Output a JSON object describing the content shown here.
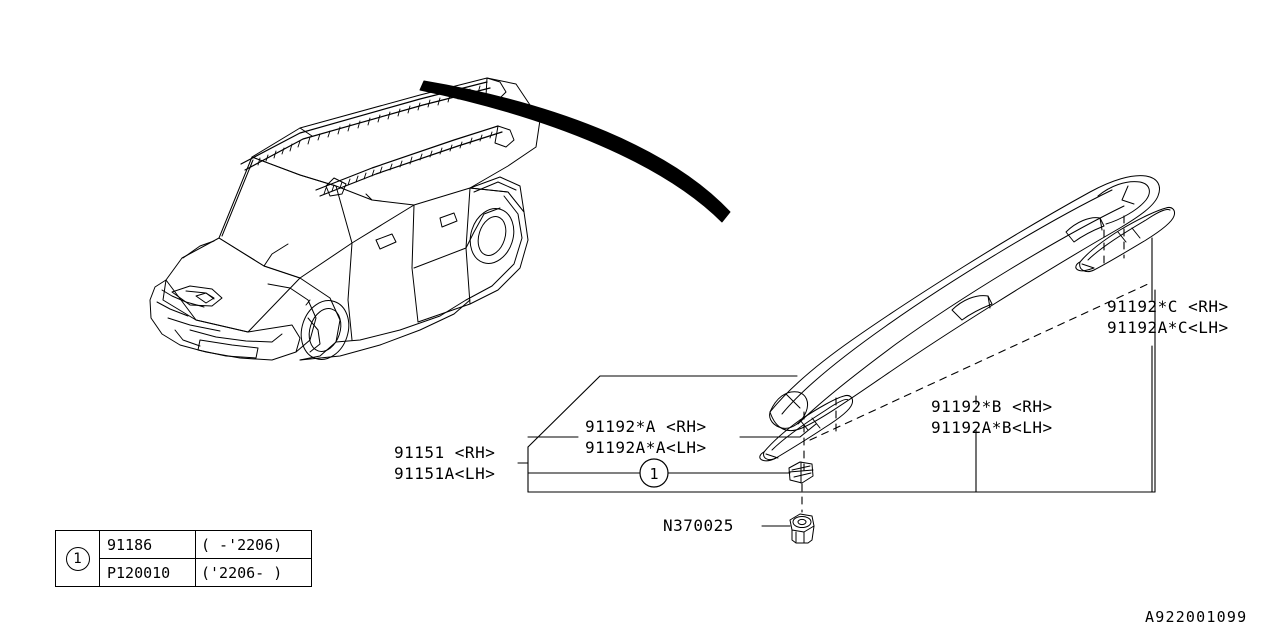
{
  "diagram": {
    "code": "A922001099",
    "title_semantic": "roof-rail-parts-diagram"
  },
  "labels": {
    "part_c": {
      "rh": "91192*C <RH>",
      "lh": "91192A*C<LH>"
    },
    "part_b": {
      "rh": "91192*B <RH>",
      "lh": "91192A*B<LH>"
    },
    "part_a": {
      "rh": "91192*A <RH>",
      "lh": "91192A*A<LH>"
    },
    "rail": {
      "rh": "91151 <RH>",
      "lh": "91151A<LH>"
    },
    "nut": "N370025"
  },
  "legend": {
    "key": "1",
    "rows": [
      {
        "part": "91186",
        "range": "( -'2206)"
      },
      {
        "part": "P120010",
        "range": "('2206- )"
      }
    ]
  },
  "callout": {
    "marker": "1"
  },
  "colors": {
    "line": "#000000",
    "background": "#ffffff"
  }
}
